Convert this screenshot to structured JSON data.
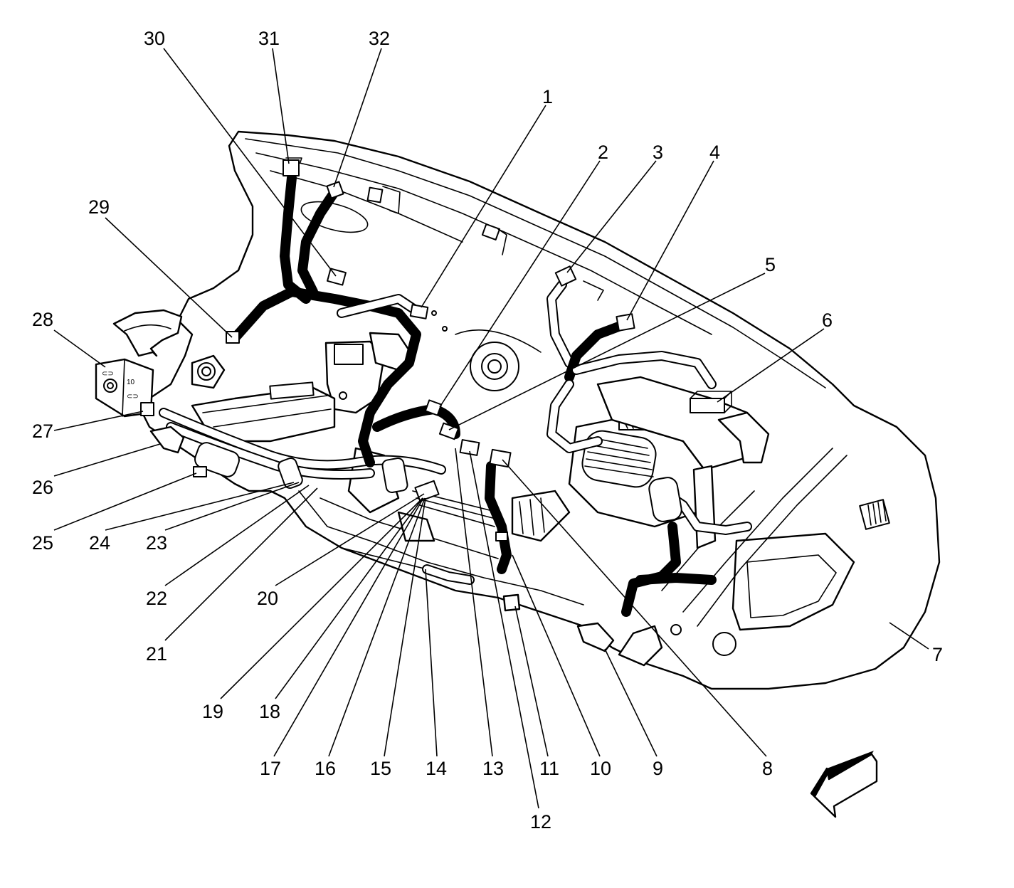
{
  "callouts": [
    {
      "id": "1",
      "text": "1"
    },
    {
      "id": "2",
      "text": "2"
    },
    {
      "id": "3",
      "text": "3"
    },
    {
      "id": "4",
      "text": "4"
    },
    {
      "id": "5",
      "text": "5"
    },
    {
      "id": "6",
      "text": "6"
    },
    {
      "id": "7",
      "text": "7"
    },
    {
      "id": "8",
      "text": "8"
    },
    {
      "id": "9",
      "text": "9"
    },
    {
      "id": "10",
      "text": "10"
    },
    {
      "id": "11",
      "text": "11"
    },
    {
      "id": "12",
      "text": "12"
    },
    {
      "id": "13",
      "text": "13"
    },
    {
      "id": "14",
      "text": "14"
    },
    {
      "id": "15",
      "text": "15"
    },
    {
      "id": "16",
      "text": "16"
    },
    {
      "id": "17",
      "text": "17"
    },
    {
      "id": "18",
      "text": "18"
    },
    {
      "id": "19",
      "text": "19"
    },
    {
      "id": "20",
      "text": "20"
    },
    {
      "id": "21",
      "text": "21"
    },
    {
      "id": "22",
      "text": "22"
    },
    {
      "id": "23",
      "text": "23"
    },
    {
      "id": "24",
      "text": "24"
    },
    {
      "id": "25",
      "text": "25"
    },
    {
      "id": "26",
      "text": "26"
    },
    {
      "id": "27",
      "text": "27"
    },
    {
      "id": "28",
      "text": "28"
    },
    {
      "id": "29",
      "text": "29"
    },
    {
      "id": "30",
      "text": "30"
    },
    {
      "id": "31",
      "text": "31"
    },
    {
      "id": "32",
      "text": "32"
    }
  ],
  "icons": {
    "direction_arrow": "front-of-vehicle-arrow-icon"
  }
}
